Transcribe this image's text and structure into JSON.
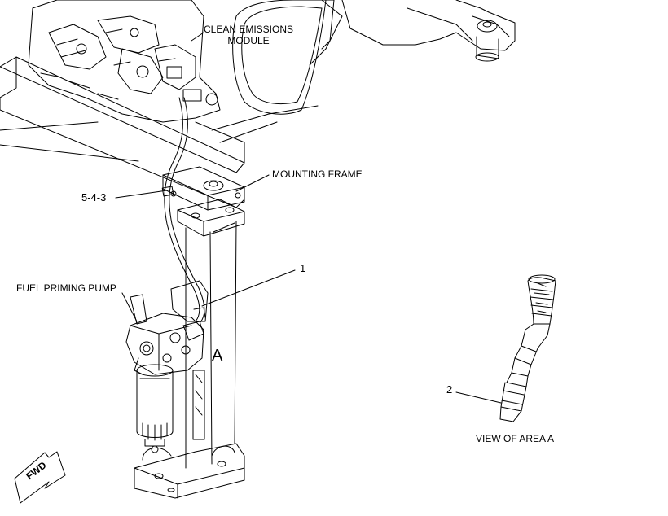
{
  "labels": {
    "clean_emissions_module": [
      "CLEAN EMISSIONS",
      "MODULE"
    ],
    "mounting_frame": "MOUNTING FRAME",
    "fuel_priming_pump": "FUEL PRIMING PUMP",
    "callout_5_4_3": "5-4-3",
    "callout_1": "1",
    "callout_2": "2",
    "area_marker": "A",
    "view_of_area": "VIEW OF AREA  A",
    "fwd": "FWD"
  }
}
